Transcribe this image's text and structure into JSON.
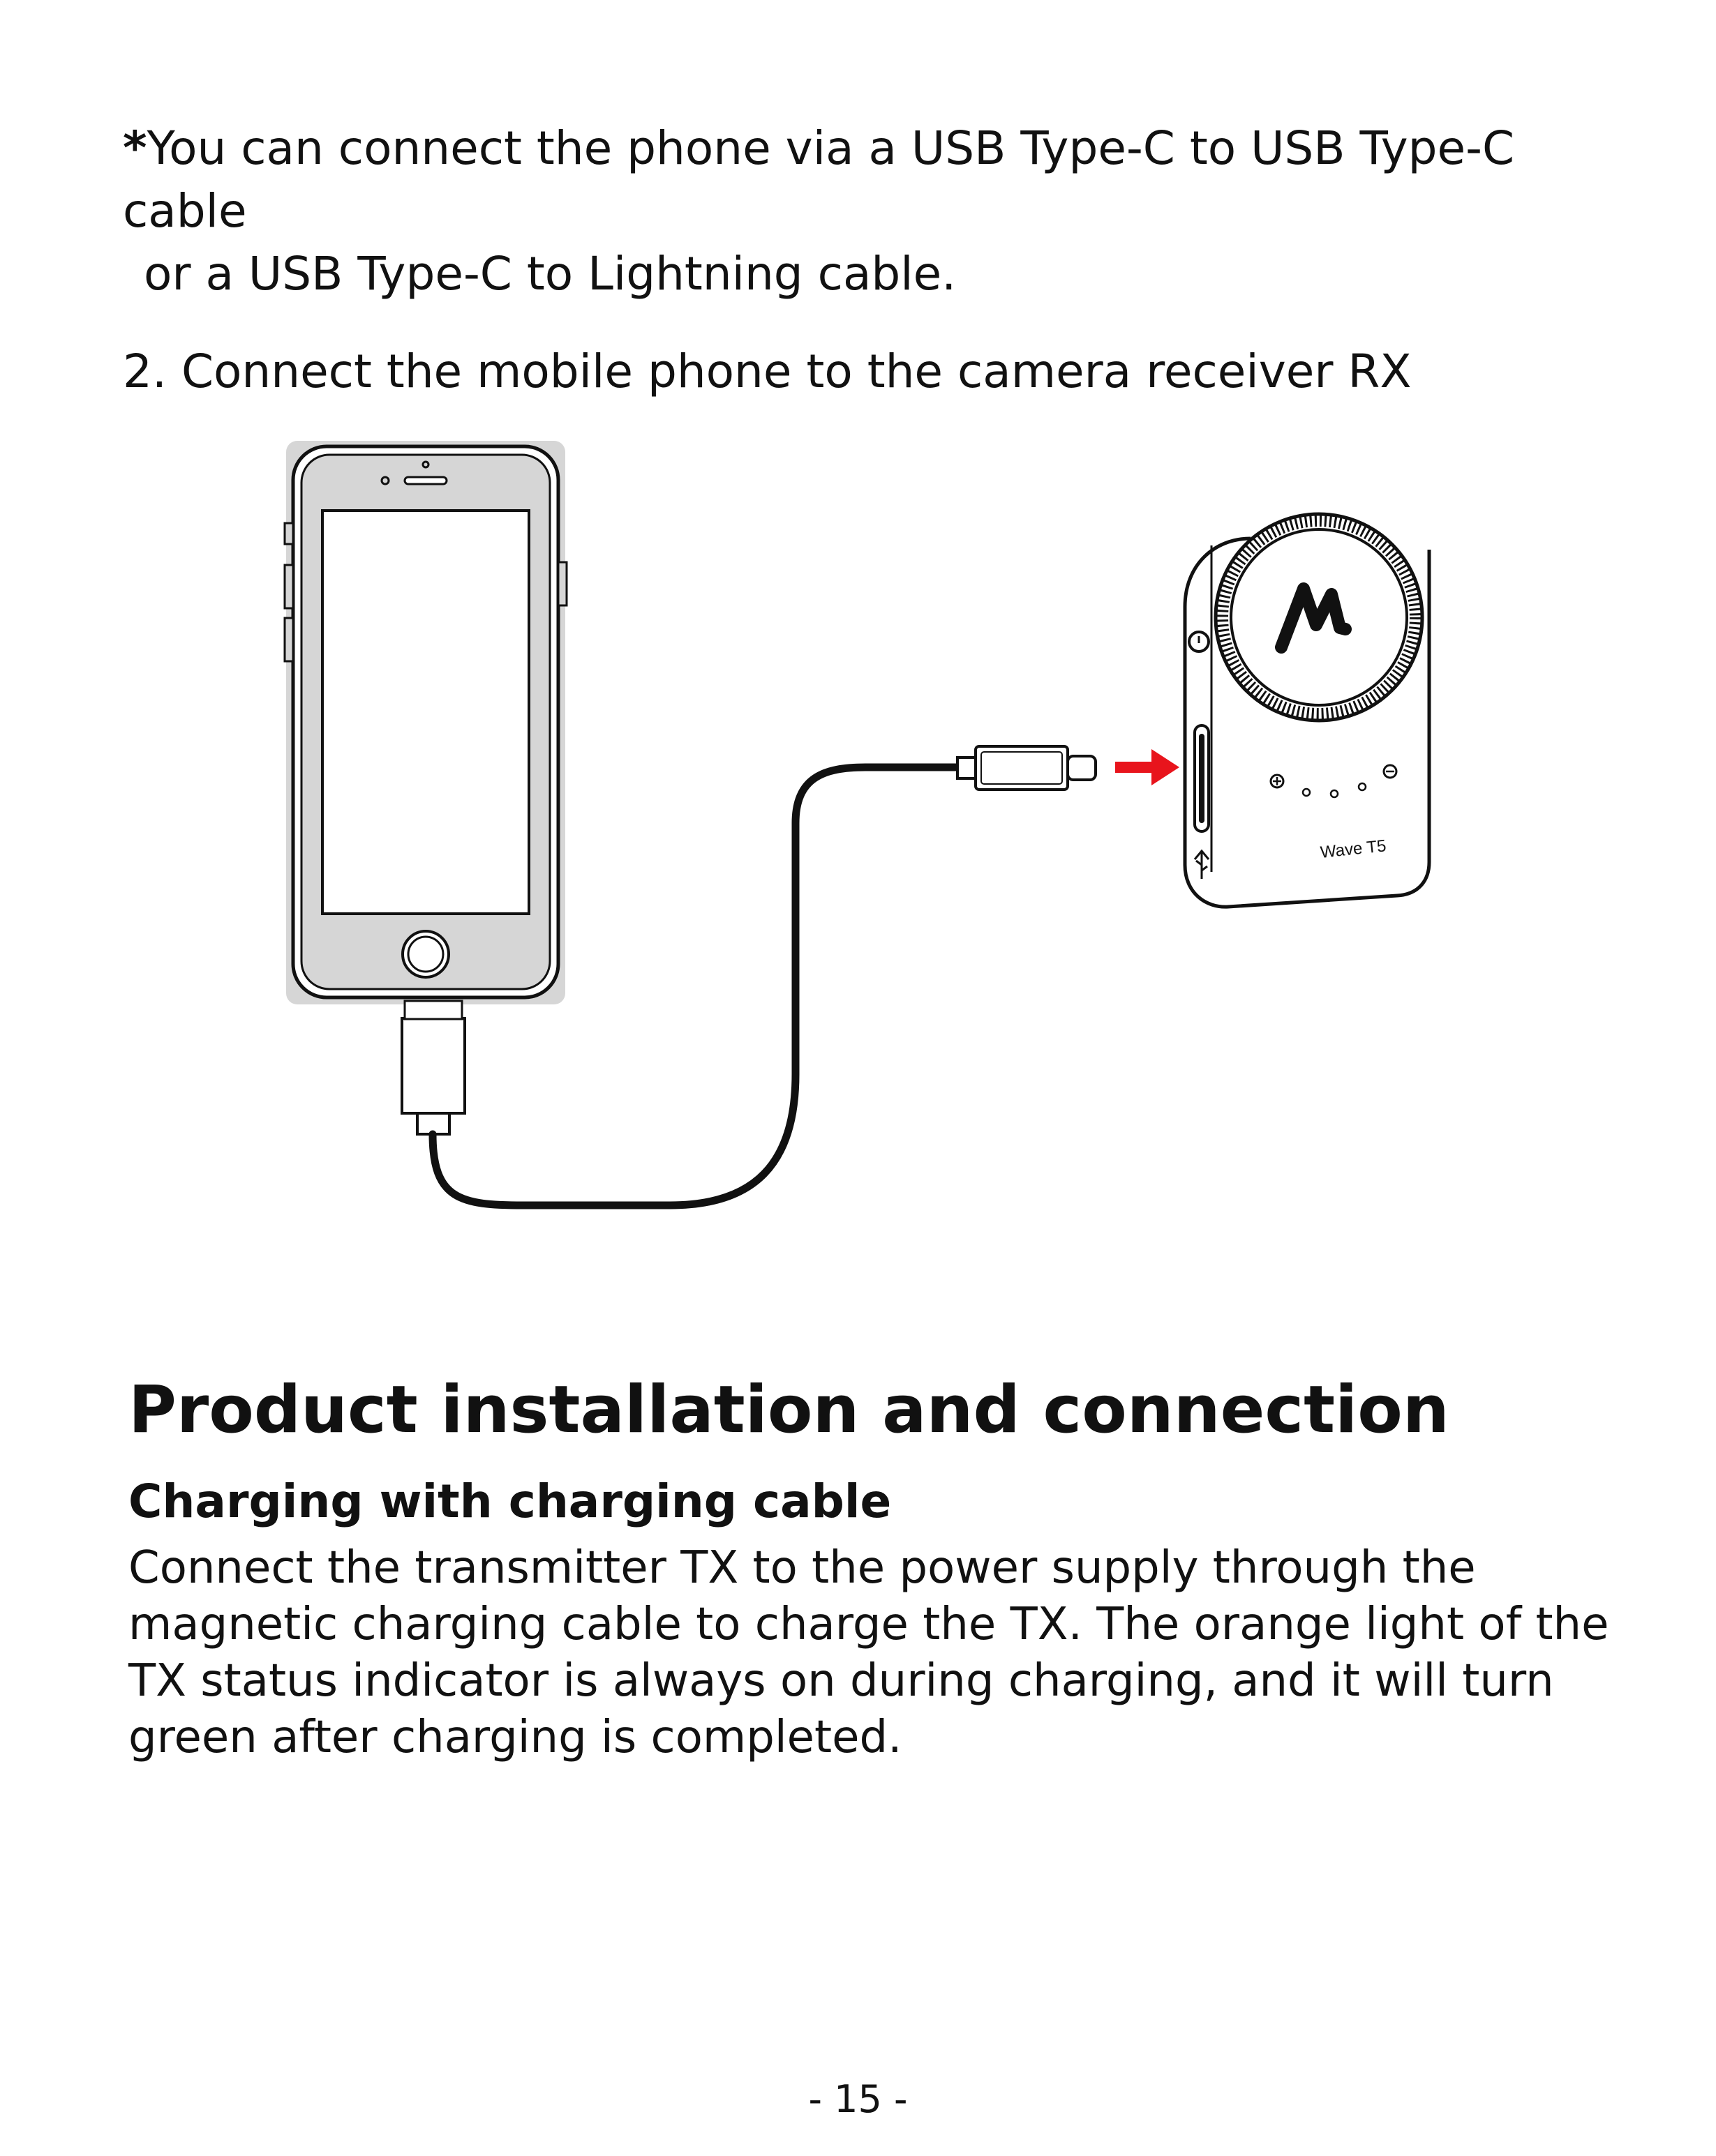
{
  "note": {
    "star": "*",
    "line1": "You can connect the phone via a USB Type-C to USB Type-C cable",
    "line2": "or a USB Type-C to Lightning cable."
  },
  "step": {
    "heading": "2. Connect the mobile phone to the camera receiver RX"
  },
  "illustration": {
    "device_label": "Wave T5",
    "arrow_color": "#e8141c",
    "line_color": "#111111",
    "phone_body_color": "#d6d6d6"
  },
  "section": {
    "title": "Product installation and connection",
    "subtitle": "Charging with charging cable",
    "body": "Connect the transmitter TX to the power supply through the magnetic charging cable to charge the TX. The orange light of the TX status indicator is always on during charging, and it will turn green after charging is completed."
  },
  "footer": {
    "page_number": "- 15 -"
  }
}
